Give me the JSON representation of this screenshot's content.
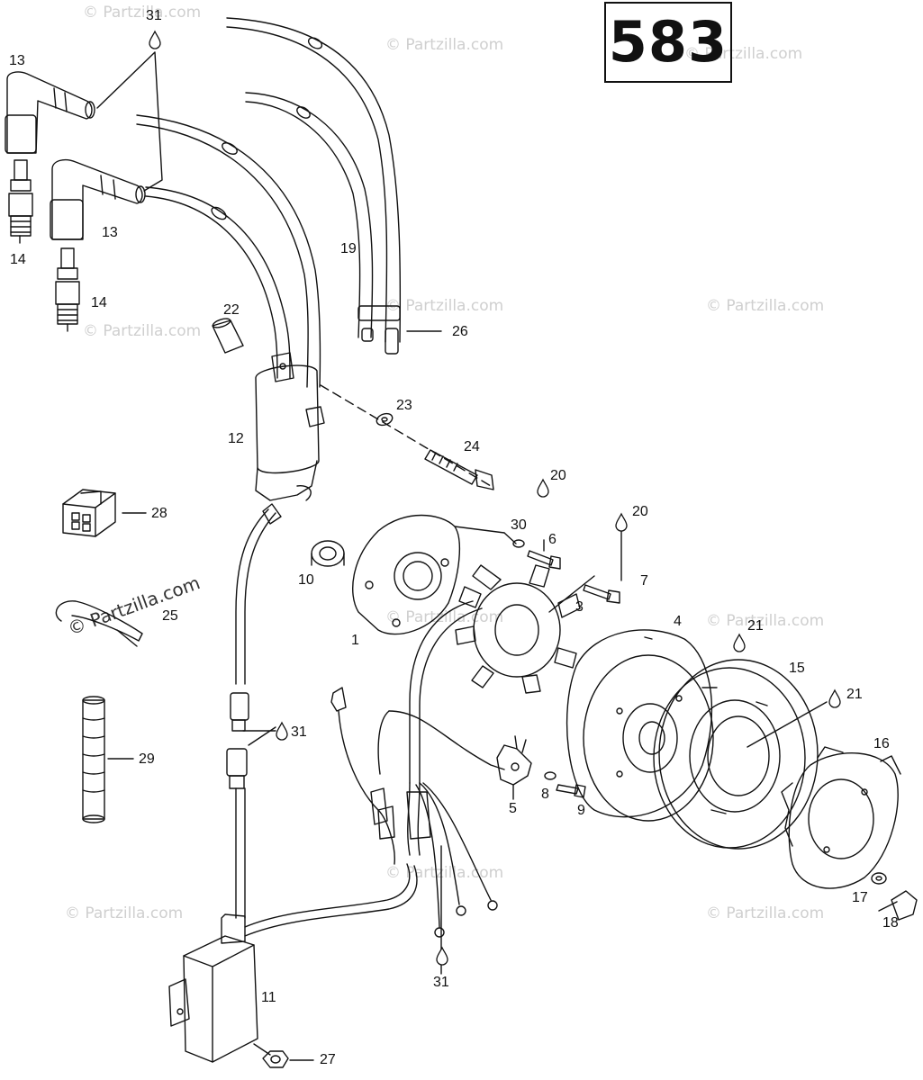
{
  "diagram": {
    "engine_code": "583",
    "watermark": "© Partzilla.com",
    "callouts": {
      "c1": "1",
      "c3": "3",
      "c4": "4",
      "c5": "5",
      "c6": "6",
      "c7": "7",
      "c8": "8",
      "c9": "9",
      "c10": "10",
      "c11": "11",
      "c12": "12",
      "c13a": "13",
      "c13b": "13",
      "c14a": "14",
      "c14b": "14",
      "c15": "15",
      "c16": "16",
      "c17": "17",
      "c18": "18",
      "c19": "19",
      "c20a": "20",
      "c20b": "20",
      "c21a": "21",
      "c21b": "21",
      "c22": "22",
      "c23": "23",
      "c24": "24",
      "c25": "25",
      "c26": "26",
      "c27": "27",
      "c28": "28",
      "c29": "29",
      "c30": "30",
      "c31a": "31",
      "c31b": "31",
      "c31c": "31"
    }
  }
}
